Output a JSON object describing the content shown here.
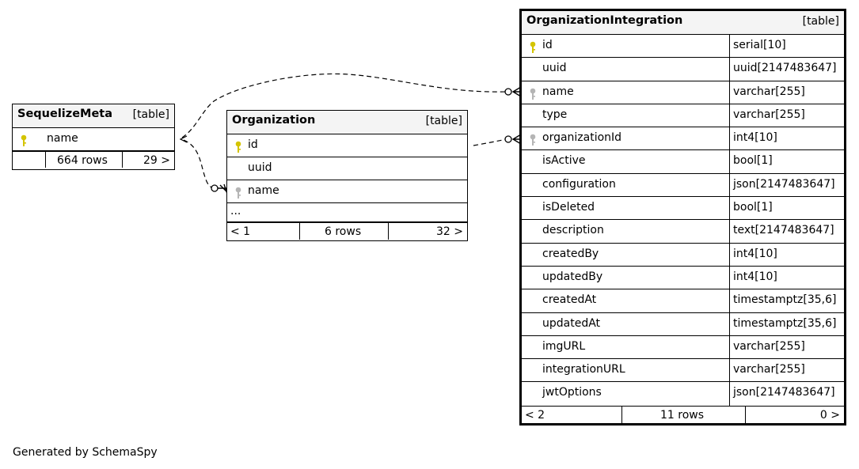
{
  "footer_text": "Generated by SchemaSpy",
  "colors": {
    "primary_key": "#d4c400",
    "foreign_key": "#b5b5b5",
    "header_bg": "#f4f4f4"
  },
  "sequelize_meta": {
    "name": "SequelizeMeta",
    "kind": "[table]",
    "columns": [
      {
        "name": "name",
        "icon": "primary-key-icon"
      }
    ],
    "footer": {
      "left": "",
      "rows": "664 rows",
      "right": "29 >"
    }
  },
  "organization": {
    "name": "Organization",
    "kind": "[table]",
    "columns": [
      {
        "name": "id",
        "icon": "primary-key-icon"
      },
      {
        "name": "uuid",
        "icon": ""
      },
      {
        "name": "name",
        "icon": "foreign-key-icon"
      },
      {
        "name": "...",
        "icon": ""
      }
    ],
    "footer": {
      "left": "< 1",
      "rows": "6 rows",
      "right": "32 >"
    }
  },
  "organization_integration": {
    "name": "OrganizationIntegration",
    "kind": "[table]",
    "columns": [
      {
        "name": "id",
        "type": "serial[10]",
        "icon": "primary-key-icon"
      },
      {
        "name": "uuid",
        "type": "uuid[2147483647]",
        "icon": ""
      },
      {
        "name": "name",
        "type": "varchar[255]",
        "icon": "foreign-key-icon"
      },
      {
        "name": "type",
        "type": "varchar[255]",
        "icon": ""
      },
      {
        "name": "organizationId",
        "type": "int4[10]",
        "icon": "foreign-key-icon"
      },
      {
        "name": "isActive",
        "type": "bool[1]",
        "icon": ""
      },
      {
        "name": "configuration",
        "type": "json[2147483647]",
        "icon": ""
      },
      {
        "name": "isDeleted",
        "type": "bool[1]",
        "icon": ""
      },
      {
        "name": "description",
        "type": "text[2147483647]",
        "icon": ""
      },
      {
        "name": "createdBy",
        "type": "int4[10]",
        "icon": ""
      },
      {
        "name": "updatedBy",
        "type": "int4[10]",
        "icon": ""
      },
      {
        "name": "createdAt",
        "type": "timestamptz[35,6]",
        "icon": ""
      },
      {
        "name": "updatedAt",
        "type": "timestamptz[35,6]",
        "icon": ""
      },
      {
        "name": "imgURL",
        "type": "varchar[255]",
        "icon": ""
      },
      {
        "name": "integrationURL",
        "type": "varchar[255]",
        "icon": ""
      },
      {
        "name": "jwtOptions",
        "type": "json[2147483647]",
        "icon": ""
      }
    ],
    "footer": {
      "left": "< 2",
      "rows": "11 rows",
      "right": "0 >"
    }
  }
}
